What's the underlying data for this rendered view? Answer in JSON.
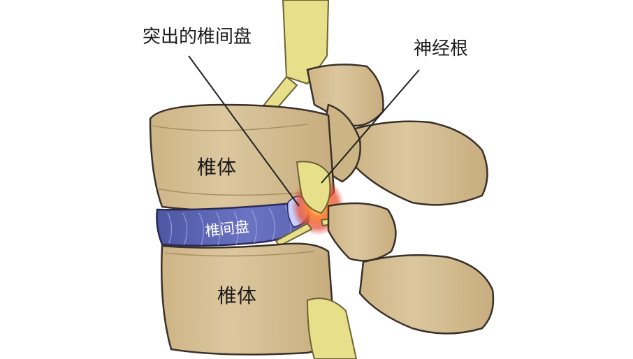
{
  "diagram": {
    "labels": {
      "herniated_disc": "突出的椎间盘",
      "nerve_root": "神经根",
      "vertebral_body_upper": "椎体",
      "intervertebral_disc": "椎间盘",
      "vertebral_body_lower": "椎体"
    },
    "colors": {
      "bone": "#d9c39a",
      "bone_shadow": "#b89e72",
      "outline": "#3a3028",
      "disc": "#5d66b5",
      "disc_stripe": "#8a93d6",
      "nerve": "#e8df8a",
      "inflammation": "#e6472e",
      "leader_line": "#222222"
    }
  }
}
